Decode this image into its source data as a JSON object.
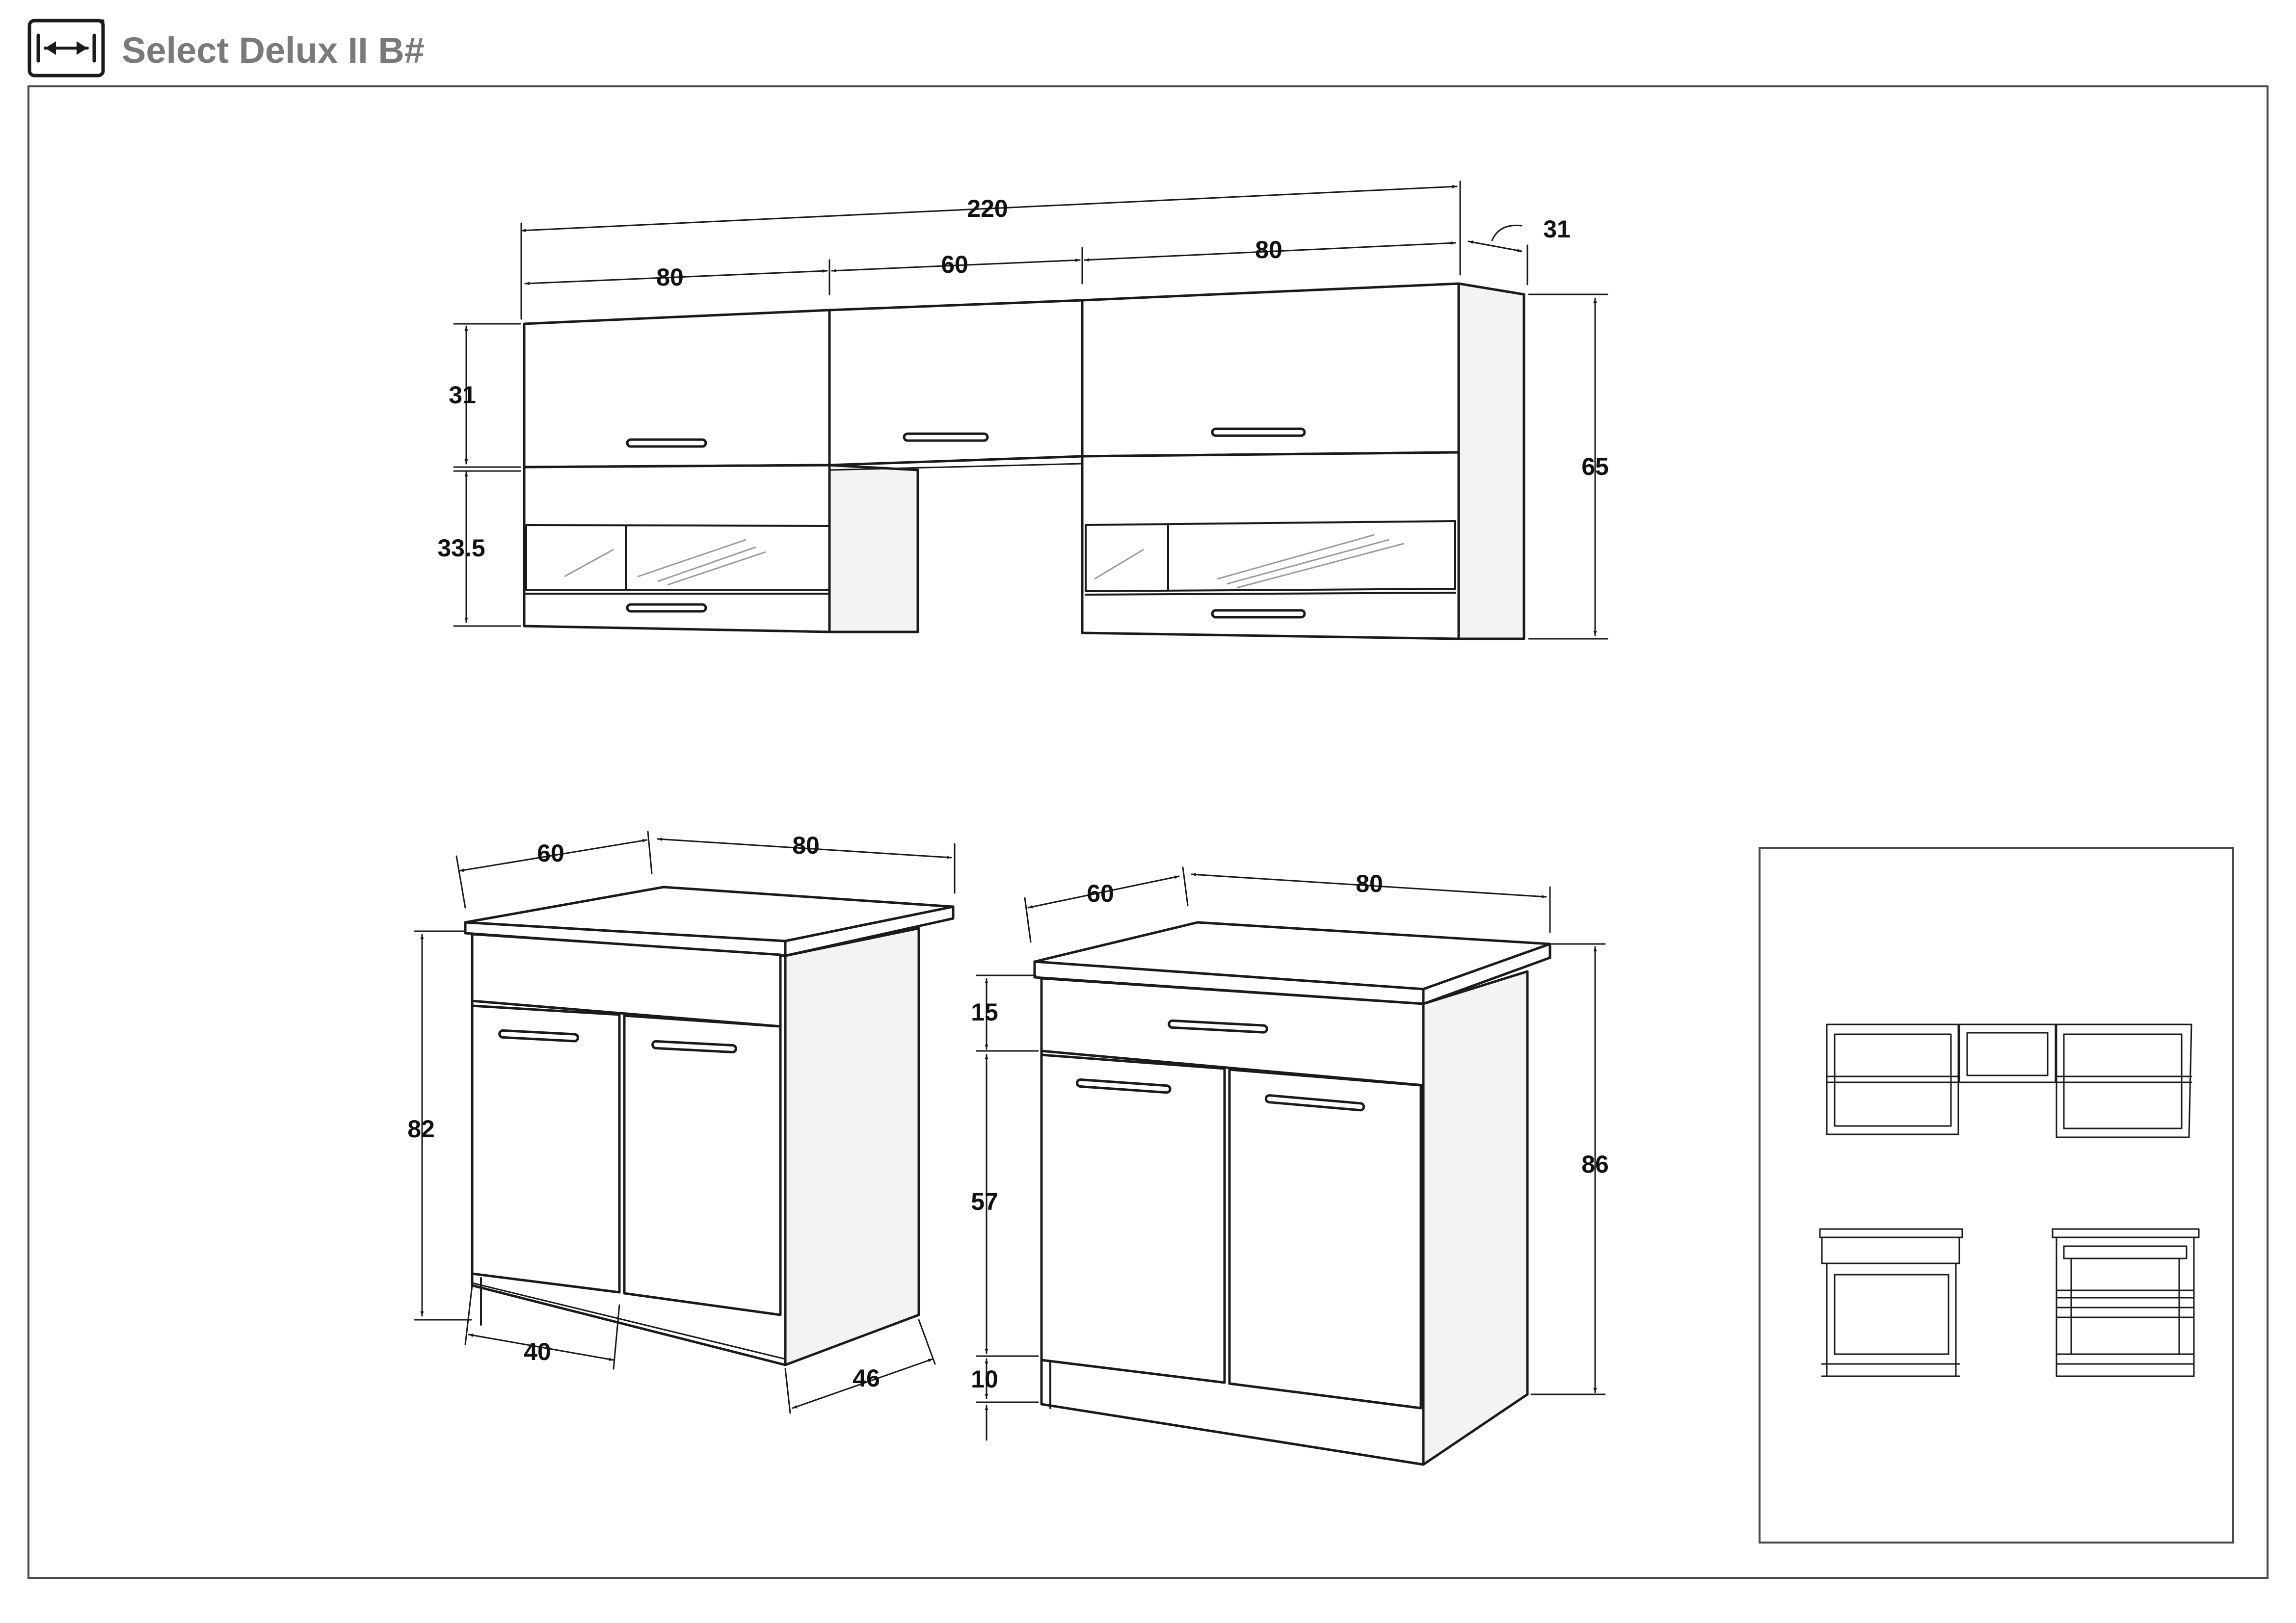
{
  "header": {
    "title": "Select Delux II B#",
    "icon": "width-arrows-icon"
  },
  "dimensions": {
    "wall_total": "220",
    "wall_left": "80",
    "wall_mid": "60",
    "wall_right": "80",
    "wall_depth": "31",
    "wall_upper_height": "31",
    "wall_lower_height": "33.5",
    "wall_total_height": "65",
    "base1_depth": "60",
    "base1_width": "80",
    "base1_height": "82",
    "base1_door": "40",
    "base1_body_depth": "46",
    "base2_depth": "60",
    "base2_width": "80",
    "base2_drawer": "15",
    "base2_doors": "57",
    "base2_plinth": "10",
    "base2_height": "86"
  },
  "colors": {
    "line": "#1a1a1a",
    "title": "#7a7a7a",
    "frame": "#4a4a4a"
  }
}
